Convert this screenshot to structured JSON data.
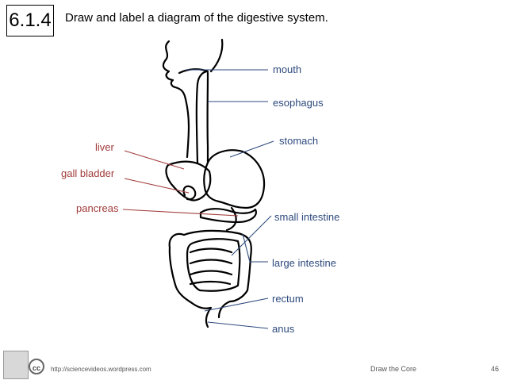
{
  "slide": {
    "number": "6.1.4",
    "heading": "Draw and label a diagram of the digestive system."
  },
  "labels": {
    "mouth": "mouth",
    "esophagus": "esophagus",
    "stomach": "stomach",
    "small_intestine": "small intestine",
    "large_intestine": "large intestine",
    "rectum": "rectum",
    "anus": "anus",
    "liver": "liver",
    "gall_bladder": "gall bladder",
    "pancreas": "pancreas"
  },
  "footer": {
    "url": "http://sciencevideos.wordpress.com",
    "center": "Draw the Core",
    "page": "46",
    "cc": "cc"
  },
  "colors": {
    "right_labels": "#2e4a7d",
    "left_labels": "#a23b3b",
    "outline": "#000000"
  }
}
